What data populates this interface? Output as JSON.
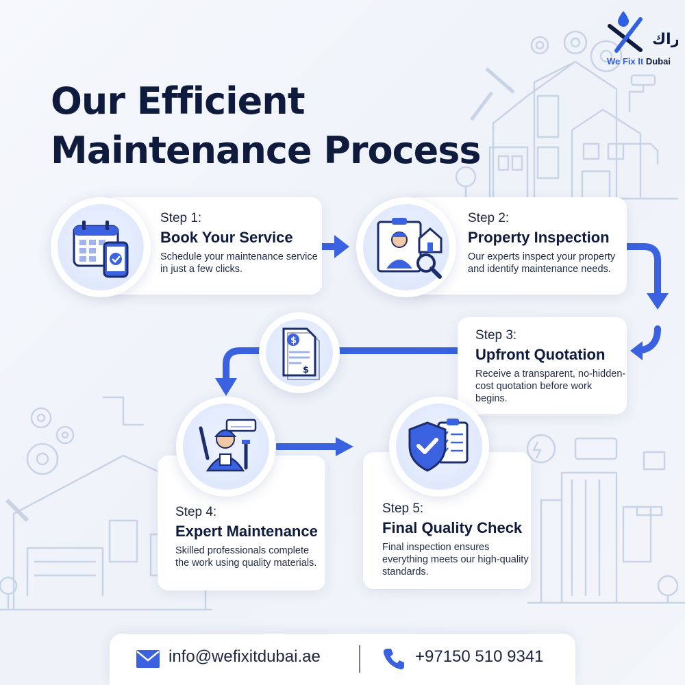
{
  "header": {
    "title_line1": "Our Efficient",
    "title_line2": "Maintenance Process"
  },
  "brand": {
    "name_part1": "We Fix It",
    "name_part2": "Dubai",
    "logo_arabic": "عمراك",
    "accent_color": "#2f5fe3",
    "dark_color": "#0f1b3d"
  },
  "steps": [
    {
      "number": "Step 1:",
      "title": "Book Your Service",
      "description": "Schedule your maintenance service in just a few clicks.",
      "icon": "calendar-phone-icon"
    },
    {
      "number": "Step 2:",
      "title": "Property Inspection",
      "description": "Our experts inspect your property and identify maintenance needs.",
      "icon": "inspector-house-icon"
    },
    {
      "number": "Step 3:",
      "title": "Upfront Quotation",
      "description": "Receive a transparent, no-hidden-cost quotation before work begins.",
      "icon": "quotation-document-icon"
    },
    {
      "number": "Step 4:",
      "title": "Expert Maintenance",
      "description": "Skilled professionals complete the work using quality materials.",
      "icon": "technician-tools-icon"
    },
    {
      "number": "Step 5:",
      "title": "Final Quality Check",
      "description": "Final inspection ensures everything meets our high-quality standards.",
      "icon": "shield-checklist-icon"
    }
  ],
  "contact": {
    "email": "info@wefixitdubai.ae",
    "phone": "+97150 510 9341"
  }
}
